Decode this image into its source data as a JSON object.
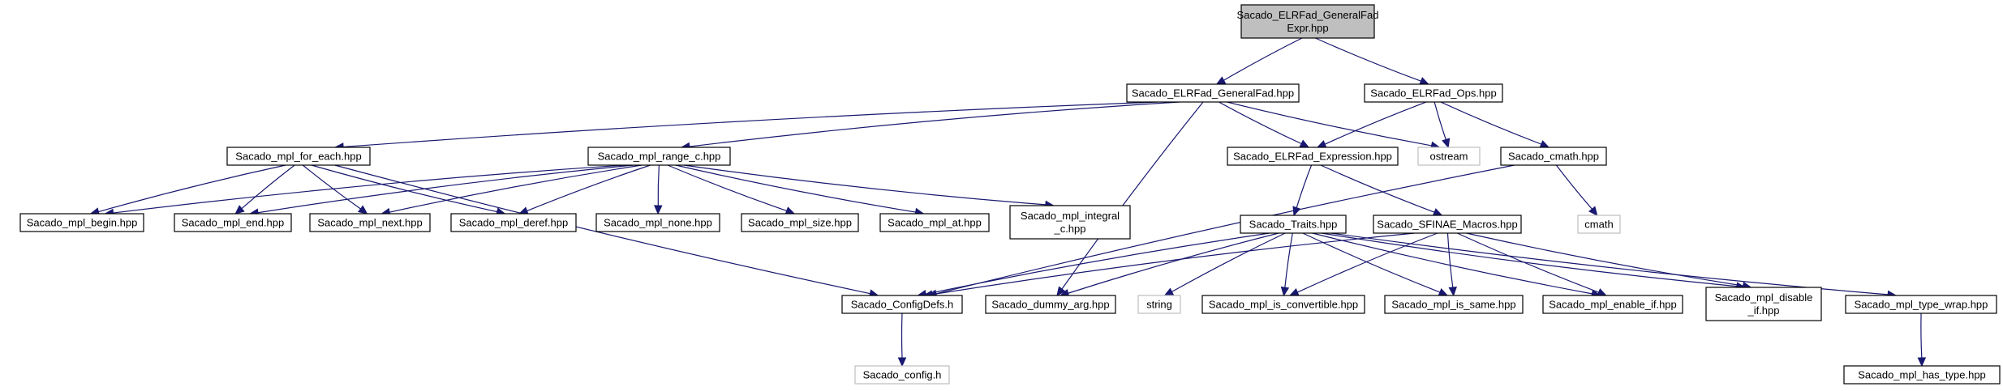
{
  "diagram": {
    "kind": "include-dependency-graph",
    "colors": {
      "edge": "#191970",
      "node_border": "#000000",
      "root_fill": "#bfbfbf",
      "external_border": "#bfbfbf",
      "background": "#ffffff"
    },
    "nodes": [
      {
        "id": "root",
        "lines": [
          "Sacado_ELRFad_GeneralFad",
          "Expr.hpp"
        ],
        "style": "root"
      },
      {
        "id": "generalfad",
        "lines": [
          "Sacado_ELRFad_GeneralFad.hpp"
        ],
        "style": "normal"
      },
      {
        "id": "ops",
        "lines": [
          "Sacado_ELRFad_Ops.hpp"
        ],
        "style": "normal"
      },
      {
        "id": "for_each",
        "lines": [
          "Sacado_mpl_for_each.hpp"
        ],
        "style": "normal"
      },
      {
        "id": "range_c",
        "lines": [
          "Sacado_mpl_range_c.hpp"
        ],
        "style": "normal"
      },
      {
        "id": "expression",
        "lines": [
          "Sacado_ELRFad_Expression.hpp"
        ],
        "style": "normal"
      },
      {
        "id": "ostream",
        "lines": [
          "ostream"
        ],
        "style": "external"
      },
      {
        "id": "cmath_hpp",
        "lines": [
          "Sacado_cmath.hpp"
        ],
        "style": "normal"
      },
      {
        "id": "begin",
        "lines": [
          "Sacado_mpl_begin.hpp"
        ],
        "style": "normal"
      },
      {
        "id": "end",
        "lines": [
          "Sacado_mpl_end.hpp"
        ],
        "style": "normal"
      },
      {
        "id": "next",
        "lines": [
          "Sacado_mpl_next.hpp"
        ],
        "style": "normal"
      },
      {
        "id": "deref",
        "lines": [
          "Sacado_mpl_deref.hpp"
        ],
        "style": "normal"
      },
      {
        "id": "none",
        "lines": [
          "Sacado_mpl_none.hpp"
        ],
        "style": "normal"
      },
      {
        "id": "size",
        "lines": [
          "Sacado_mpl_size.hpp"
        ],
        "style": "normal"
      },
      {
        "id": "at",
        "lines": [
          "Sacado_mpl_at.hpp"
        ],
        "style": "normal"
      },
      {
        "id": "integral_c",
        "lines": [
          "Sacado_mpl_integral",
          "_c.hpp"
        ],
        "style": "normal"
      },
      {
        "id": "traits",
        "lines": [
          "Sacado_Traits.hpp"
        ],
        "style": "normal"
      },
      {
        "id": "sfinae",
        "lines": [
          "Sacado_SFINAE_Macros.hpp"
        ],
        "style": "normal"
      },
      {
        "id": "cmath",
        "lines": [
          "cmath"
        ],
        "style": "external"
      },
      {
        "id": "configdefs",
        "lines": [
          "Sacado_ConfigDefs.h"
        ],
        "style": "normal"
      },
      {
        "id": "dummy_arg",
        "lines": [
          "Sacado_dummy_arg.hpp"
        ],
        "style": "normal"
      },
      {
        "id": "string",
        "lines": [
          "string"
        ],
        "style": "external"
      },
      {
        "id": "is_convertible",
        "lines": [
          "Sacado_mpl_is_convertible.hpp"
        ],
        "style": "normal"
      },
      {
        "id": "is_same",
        "lines": [
          "Sacado_mpl_is_same.hpp"
        ],
        "style": "normal"
      },
      {
        "id": "enable_if",
        "lines": [
          "Sacado_mpl_enable_if.hpp"
        ],
        "style": "normal"
      },
      {
        "id": "disable_if",
        "lines": [
          "Sacado_mpl_disable",
          "_if.hpp"
        ],
        "style": "normal"
      },
      {
        "id": "type_wrap",
        "lines": [
          "Sacado_mpl_type_wrap.hpp"
        ],
        "style": "normal"
      },
      {
        "id": "config_h",
        "lines": [
          "Sacado_config.h"
        ],
        "style": "external"
      },
      {
        "id": "has_type",
        "lines": [
          "Sacado_mpl_has_type.hpp"
        ],
        "style": "normal"
      }
    ],
    "edges": [
      [
        "root",
        "generalfad"
      ],
      [
        "root",
        "ops"
      ],
      [
        "generalfad",
        "for_each"
      ],
      [
        "generalfad",
        "range_c"
      ],
      [
        "generalfad",
        "expression"
      ],
      [
        "generalfad",
        "ostream"
      ],
      [
        "generalfad",
        "dummy_arg"
      ],
      [
        "ops",
        "expression"
      ],
      [
        "ops",
        "ostream"
      ],
      [
        "ops",
        "cmath_hpp"
      ],
      [
        "for_each",
        "begin"
      ],
      [
        "for_each",
        "end"
      ],
      [
        "for_each",
        "next"
      ],
      [
        "for_each",
        "deref"
      ],
      [
        "for_each",
        "configdefs"
      ],
      [
        "range_c",
        "begin"
      ],
      [
        "range_c",
        "end"
      ],
      [
        "range_c",
        "next"
      ],
      [
        "range_c",
        "deref"
      ],
      [
        "range_c",
        "none"
      ],
      [
        "range_c",
        "size"
      ],
      [
        "range_c",
        "at"
      ],
      [
        "range_c",
        "integral_c"
      ],
      [
        "expression",
        "traits"
      ],
      [
        "expression",
        "sfinae"
      ],
      [
        "cmath_hpp",
        "configdefs"
      ],
      [
        "cmath_hpp",
        "cmath"
      ],
      [
        "traits",
        "configdefs"
      ],
      [
        "traits",
        "dummy_arg"
      ],
      [
        "traits",
        "string"
      ],
      [
        "traits",
        "is_convertible"
      ],
      [
        "traits",
        "is_same"
      ],
      [
        "traits",
        "enable_if"
      ],
      [
        "traits",
        "disable_if"
      ],
      [
        "traits",
        "type_wrap"
      ],
      [
        "sfinae",
        "configdefs"
      ],
      [
        "sfinae",
        "is_convertible"
      ],
      [
        "sfinae",
        "is_same"
      ],
      [
        "sfinae",
        "enable_if"
      ],
      [
        "sfinae",
        "disable_if"
      ],
      [
        "configdefs",
        "config_h"
      ],
      [
        "type_wrap",
        "has_type"
      ]
    ]
  }
}
